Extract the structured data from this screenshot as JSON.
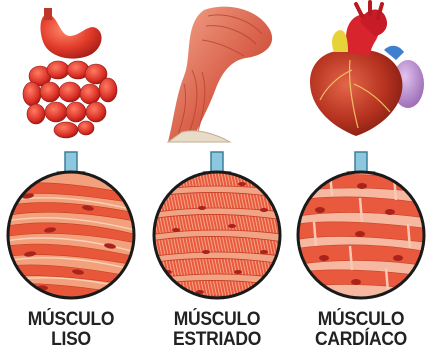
{
  "panels": [
    {
      "organ": "stomach-and-intestines",
      "title": "MÚSCULO",
      "subtitle": "LISO"
    },
    {
      "organ": "arm-muscles",
      "title": "MÚSCULO",
      "subtitle": "ESTRIADO"
    },
    {
      "organ": "heart",
      "title": "MÚSCULO",
      "subtitle": "CARDÍACO"
    }
  ],
  "colors": {
    "tissue": "#e65a3c",
    "tissue_light": "#f59a78",
    "nucleus": "#a8231c",
    "arrow": "#7fbfd9",
    "outline": "#1a1a1a"
  }
}
